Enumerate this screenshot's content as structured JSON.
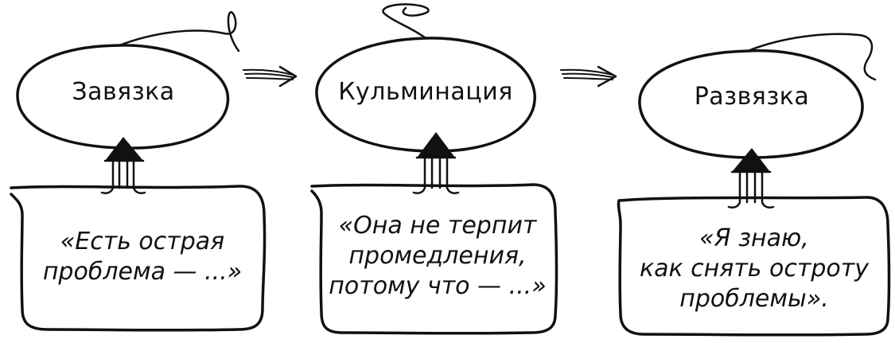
{
  "stages": [
    {
      "title": "Завязка",
      "quote": [
        "«Есть острая",
        "проблема — ...»"
      ]
    },
    {
      "title": "Кульминация",
      "quote": [
        "«Она не терпит",
        "промедления,",
        "потому что — ...»"
      ]
    },
    {
      "title": "Развязка",
      "quote": [
        "«Я знаю,",
        "как снять остроту",
        "проблемы»."
      ]
    }
  ]
}
